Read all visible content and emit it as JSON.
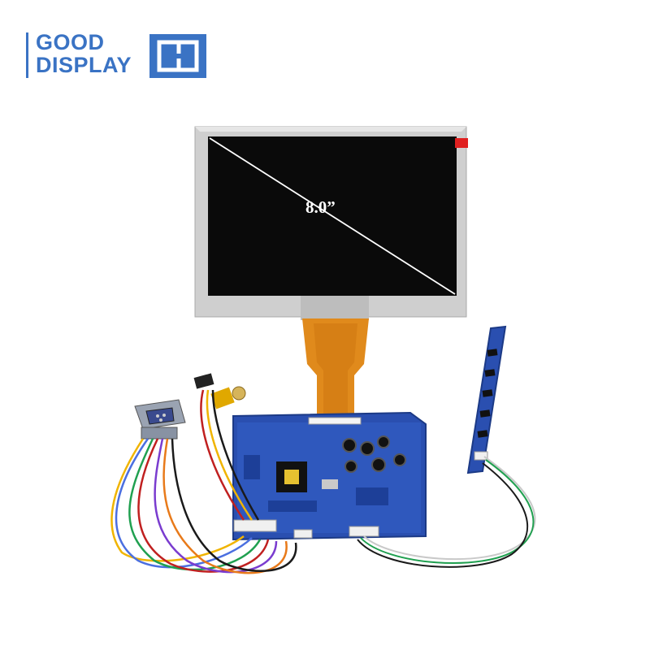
{
  "brand": {
    "word1": "GOOD",
    "word2": "DISPLAY",
    "color": "#3a73c4",
    "logo_icon": "good-display-mark-icon"
  },
  "product": {
    "diagonal_label": "8.0”",
    "panel_color": "#0a0a0a",
    "bezel_color": "#d4d4d4",
    "flex_cable_color": "#e08a1c",
    "pcb_color": "#2a4fb0"
  }
}
